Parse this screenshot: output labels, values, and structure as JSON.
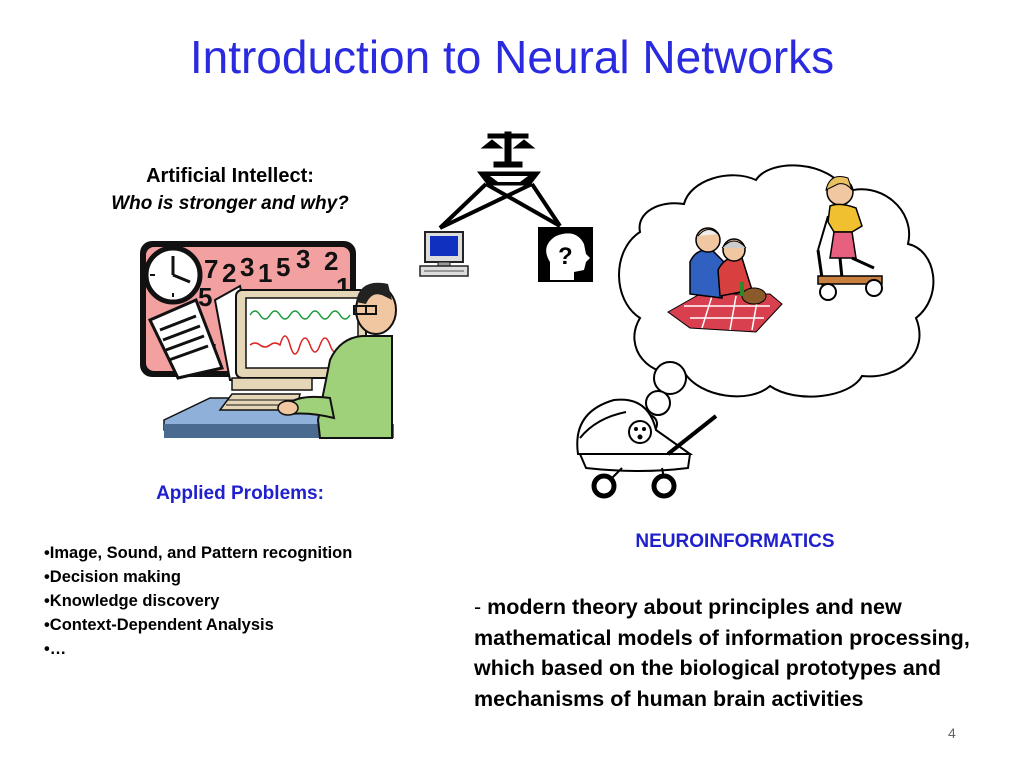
{
  "slide": {
    "title": "Introduction to Neural Networks",
    "page_number": "4"
  },
  "left": {
    "heading": "Artificial Intellect:",
    "subheading": "Who is stronger and why?",
    "applied_heading": "Applied Problems:",
    "problems": [
      "Image, Sound, and Pattern  recognition",
      "Decision  making",
      "Knowledge discovery",
      "Context-Dependent Analysis",
      "…"
    ]
  },
  "right": {
    "heading": "NEUROINFORMATICS",
    "dash": "- ",
    "definition": "modern theory about principles and new mathematical models of information processing, which based on the biological prototypes and mechanisms of human brain activities"
  },
  "illustration": {
    "clock_numbers": [
      "7",
      "2",
      "3",
      "1",
      "5",
      "3",
      "2",
      "5",
      "1",
      "1"
    ],
    "question_mark": "?",
    "icons": [
      "scales-icon",
      "computer-icon",
      "head-question-icon",
      "clock-icon",
      "scientist-at-computer-illustration",
      "thought-cloud-icon",
      "elderly-couple-picnic-illustration",
      "child-on-scooter-illustration",
      "baby-stroller-icon"
    ]
  }
}
